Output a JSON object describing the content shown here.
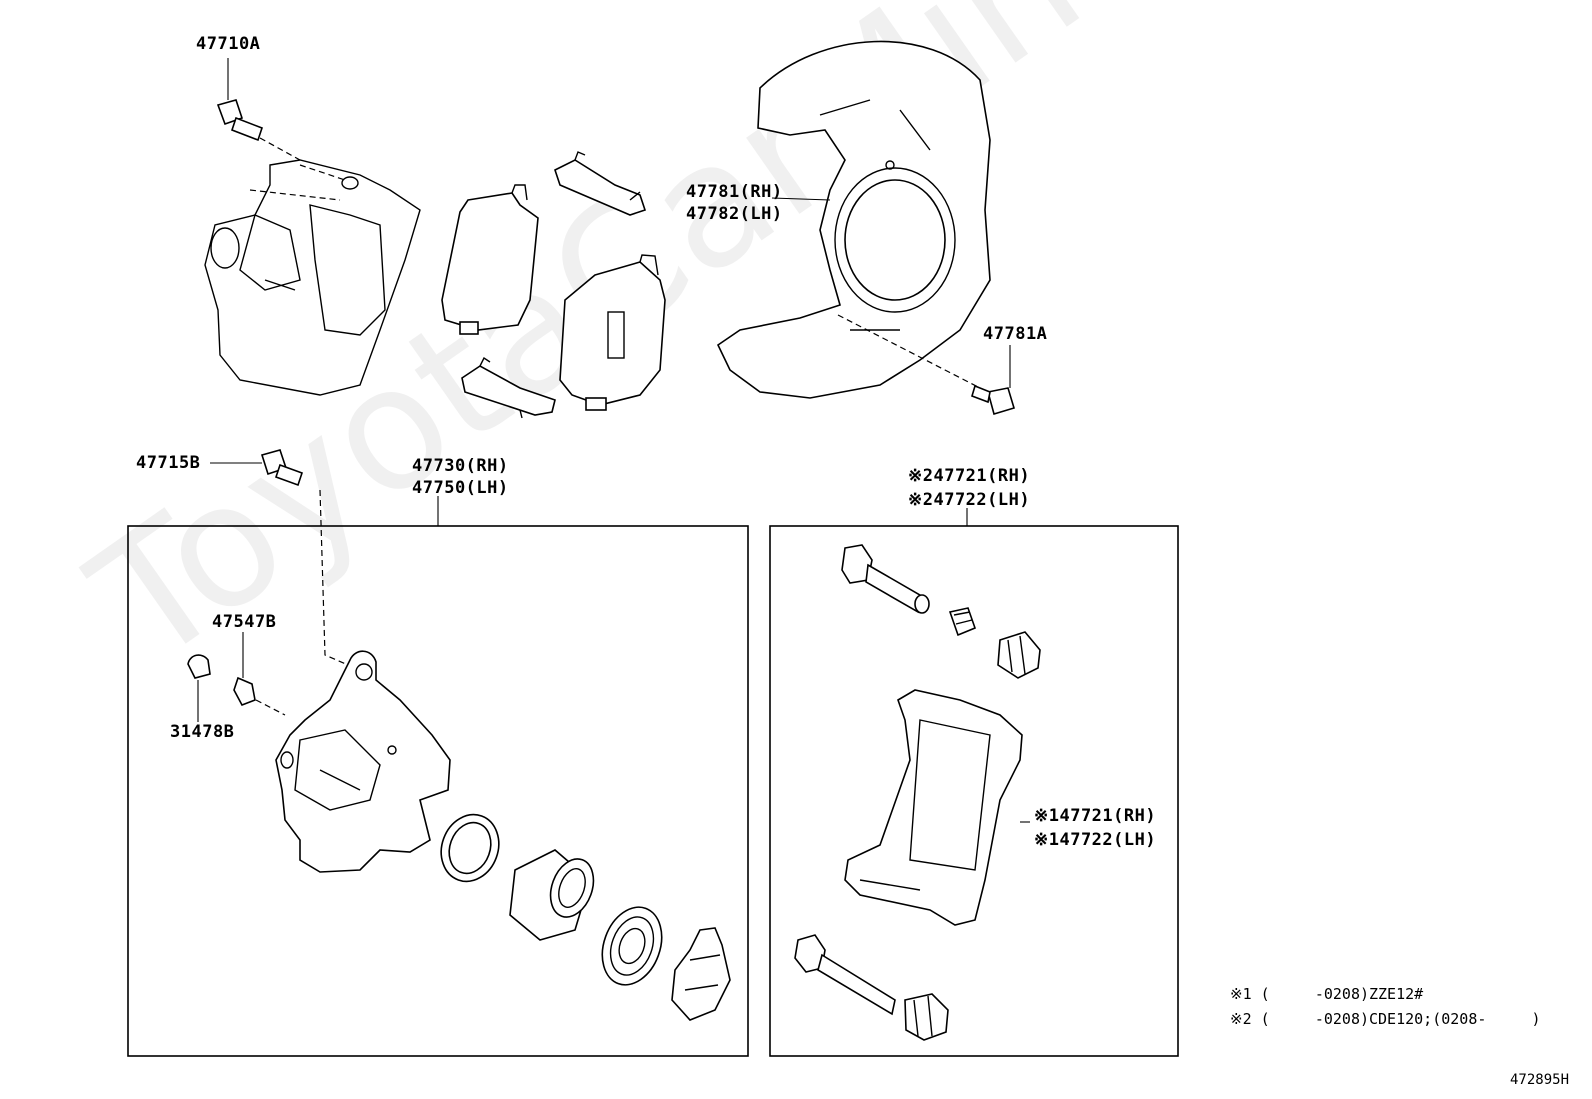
{
  "watermark": "ToyotaCarMine.ru",
  "labels": {
    "l_47710A": "47710A",
    "l_47781": "47781(RH)",
    "l_47782": "47782(LH)",
    "l_47781A": "47781A",
    "l_47715B": "47715B",
    "l_47730": "47730(RH)",
    "l_47750": "47750(LH)",
    "l_s2_47721": "※247721(RH)",
    "l_s2_47722": "※247722(LH)",
    "l_47547B": "47547B",
    "l_31478B": "31478B",
    "l_s1_47721": "※147721(RH)",
    "l_s1_47722": "※147722(LH)"
  },
  "notes": {
    "n1": "※1 (     -0208)ZZE12#",
    "n2": "※2 (     -0208)CDE120;(0208-     )"
  },
  "diagram_ref": "472895H"
}
